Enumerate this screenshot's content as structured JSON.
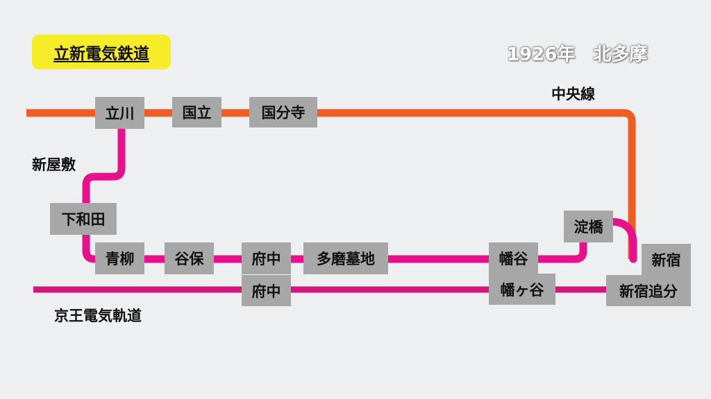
{
  "title": "立新電気鉄道",
  "year_region": "1926年　北多摩",
  "colors": {
    "chuo_line": "#ee5d24",
    "tachishin_line": "#e8118c",
    "keio_line": "#d2147b",
    "station_box": "#a7a7a7",
    "title_badge": "#f7ec2a"
  },
  "lines": {
    "chuo": "中央線",
    "tachishin": "立新電気鉄道",
    "keio": "京王電気軌道",
    "section_label": "新屋敷"
  },
  "stations": {
    "tachikawa": "立川",
    "kunitachi": "国立",
    "kokubunji": "国分寺",
    "shimowada": "下和田",
    "aoyagi": "青柳",
    "yaho": "谷保",
    "fuchu_tachishin": "府中",
    "tama_bochi": "多磨墓地",
    "hatagaya": "幡谷",
    "yodobashi": "淀橋",
    "shinjuku": "新宿",
    "fuchu_keio": "府中",
    "hatagaya_keio": "幡ヶ谷",
    "shinjuku_oiwake": "新宿追分"
  }
}
